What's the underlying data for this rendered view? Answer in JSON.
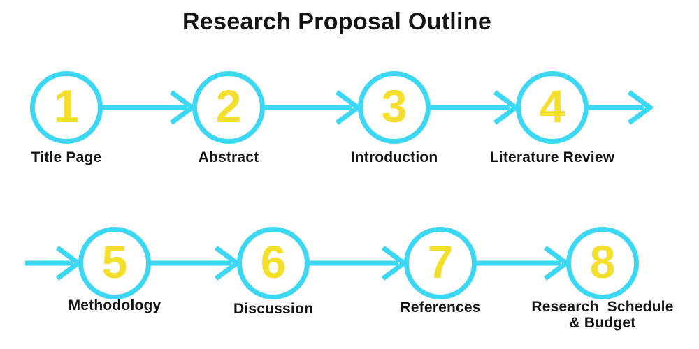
{
  "title": "Research Proposal Outline",
  "colors": {
    "accent_cyan": "#3BD7F3",
    "accent_yellow": "#F4E02C",
    "text": "#141414",
    "background": "#FFFFFF"
  },
  "diagram": {
    "type": "flow",
    "rows": 2,
    "flow_direction": "left-to-right, wrapping to second row"
  },
  "steps": [
    {
      "num": "1",
      "label": "Title Page"
    },
    {
      "num": "2",
      "label": "Abstract"
    },
    {
      "num": "3",
      "label": "Introduction"
    },
    {
      "num": "4",
      "label": "Literature Review"
    },
    {
      "num": "5",
      "label": "Methodology"
    },
    {
      "num": "6",
      "label": "Discussion"
    },
    {
      "num": "7",
      "label": "References"
    },
    {
      "num": "8",
      "label": "Research  Schedule\n& Budget"
    }
  ]
}
